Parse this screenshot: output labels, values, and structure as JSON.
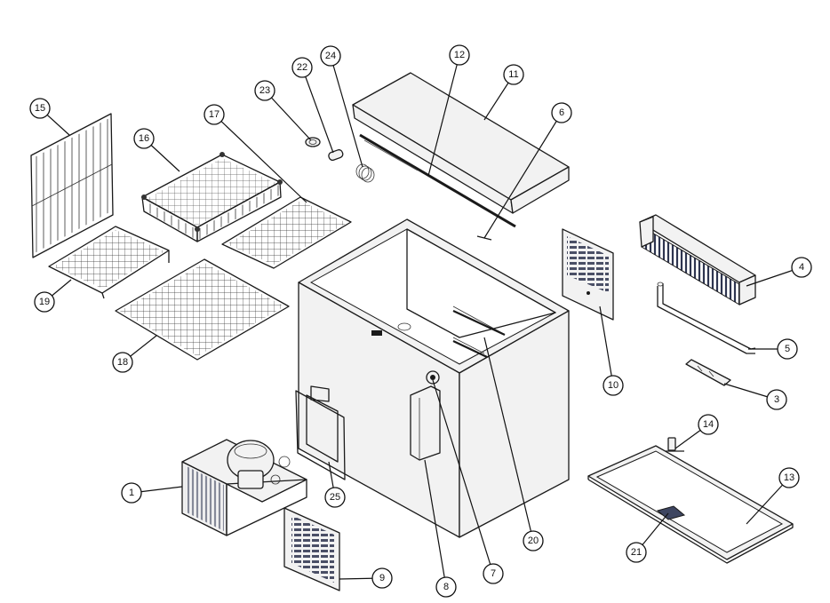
{
  "diagram": {
    "type": "exploded-parts-view",
    "background": "#ffffff",
    "line_color": "#1a1a1a",
    "callouts": [
      {
        "id": "c1",
        "label": "1"
      },
      {
        "id": "c3",
        "label": "3"
      },
      {
        "id": "c4",
        "label": "4"
      },
      {
        "id": "c5",
        "label": "5"
      },
      {
        "id": "c6",
        "label": "6"
      },
      {
        "id": "c7",
        "label": "7"
      },
      {
        "id": "c8",
        "label": "8"
      },
      {
        "id": "c9",
        "label": "9"
      },
      {
        "id": "c10",
        "label": "10"
      },
      {
        "id": "c11",
        "label": "11"
      },
      {
        "id": "c12",
        "label": "12"
      },
      {
        "id": "c13",
        "label": "13"
      },
      {
        "id": "c14",
        "label": "14"
      },
      {
        "id": "c15",
        "label": "15"
      },
      {
        "id": "c16",
        "label": "16"
      },
      {
        "id": "c17",
        "label": "17"
      },
      {
        "id": "c18",
        "label": "18"
      },
      {
        "id": "c19",
        "label": "19"
      },
      {
        "id": "c20",
        "label": "20"
      },
      {
        "id": "c21",
        "label": "21"
      },
      {
        "id": "c22",
        "label": "22"
      },
      {
        "id": "c23",
        "label": "23"
      },
      {
        "id": "c24",
        "label": "24"
      },
      {
        "id": "c25",
        "label": "25"
      }
    ]
  }
}
